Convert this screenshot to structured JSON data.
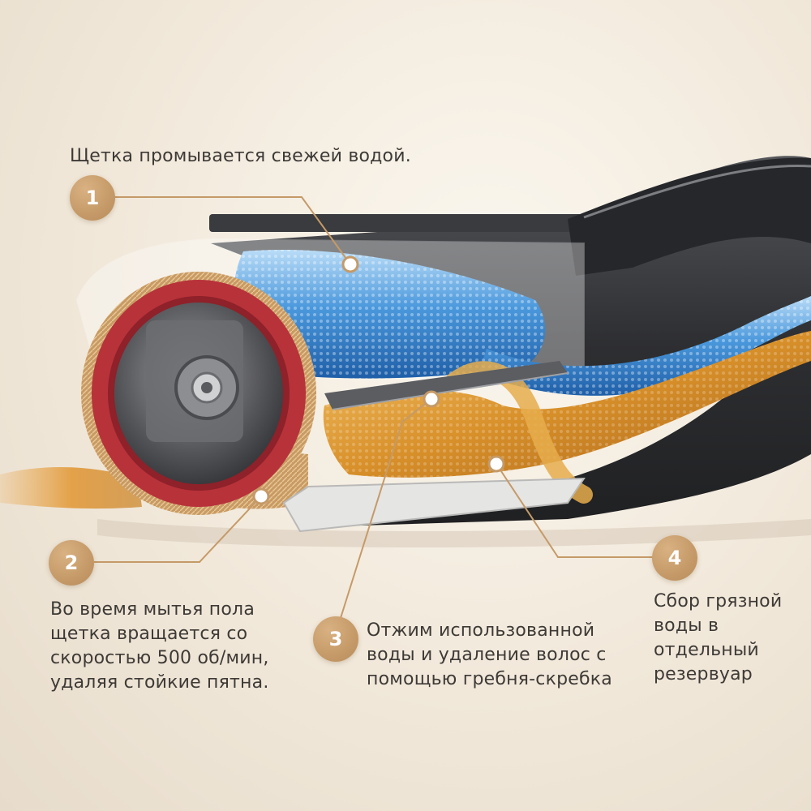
{
  "callouts": [
    {
      "number": "1",
      "lines": [
        "Щетка промывается свежей водой."
      ]
    },
    {
      "number": "2",
      "lines": [
        "Во время мытья пола",
        "щетка вращается со",
        "скоростью 500 об/мин,",
        "удаляя стойкие пятна."
      ]
    },
    {
      "number": "3",
      "lines": [
        "Отжим использованной",
        "воды и удаление волос с",
        "помощью гребня-скребка"
      ]
    },
    {
      "number": "4",
      "lines": [
        "Сбор грязной",
        "воды в",
        "отдельный",
        "резервуар"
      ]
    }
  ],
  "colors": {
    "accent": "#c59a68",
    "clean_water": "#3f8fd8",
    "dirty_water": "#d9952e",
    "roller_ring": "#b8323a",
    "body": "#2f3033"
  }
}
